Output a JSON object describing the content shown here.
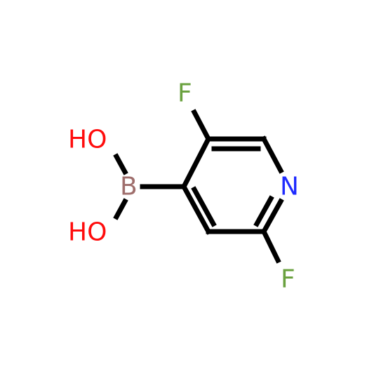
{
  "molecule": {
    "atoms": {
      "f_top": {
        "symbol": "F",
        "color": "#6aa13f"
      },
      "n_ring": {
        "symbol": "N",
        "color": "#1f2bff"
      },
      "f_bottom": {
        "symbol": "F",
        "color": "#6aa13f"
      },
      "b": {
        "symbol": "B",
        "color": "#9f6e6c"
      },
      "oh_top": {
        "symbol": "HO",
        "color": "#ff0d0d"
      },
      "oh_bottom": {
        "symbol": "HO",
        "color": "#ff0d0d"
      }
    },
    "bond_color": "#000000"
  }
}
